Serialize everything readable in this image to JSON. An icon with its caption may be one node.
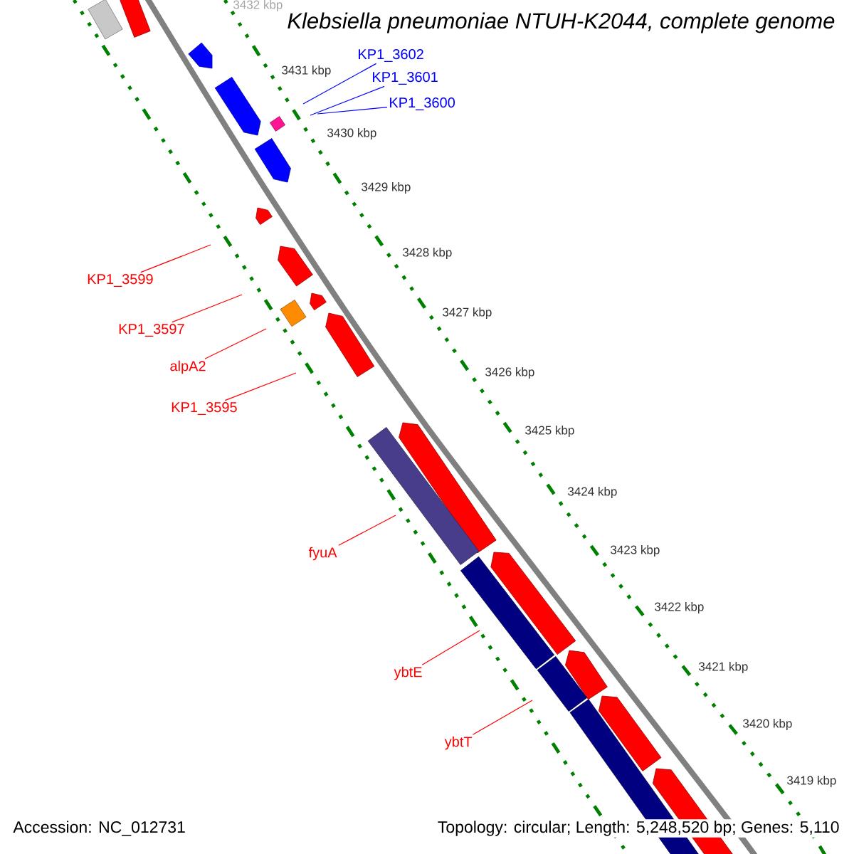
{
  "diagram": {
    "title": "Klebsiella pneumoniae NTUH-K2044, complete genome",
    "nodes": [
      {
        "text": [
          "KP1_3602"
        ]
      },
      {
        "text": [
          "KP1_3601"
        ]
      },
      {
        "text": [
          "KP1_3600"
        ]
      },
      {
        "text": [
          "KP1_3599"
        ]
      },
      {
        "text": [
          "KP1_3597"
        ]
      },
      {
        "text": [
          "alpA2"
        ]
      },
      {
        "text": [
          "KP1_3595"
        ]
      },
      {
        "text": [
          "fyuA"
        ]
      },
      {
        "text": [
          "ybtE"
        ]
      },
      {
        "text": [
          "ybtT"
        ]
      }
    ],
    "edges": [
      {
        "from": 0,
        "to": null,
        "arrow": "none",
        "color": "#0000ff"
      },
      {
        "from": 1,
        "to": null,
        "arrow": "none",
        "color": "#0000ff"
      },
      {
        "from": 2,
        "to": null,
        "arrow": "none",
        "color": "#0000ff"
      },
      {
        "from": 3,
        "to": null,
        "arrow": "none"
      },
      {
        "from": 4,
        "to": null,
        "arrow": "none"
      },
      {
        "from": 5,
        "to": null,
        "arrow": "none"
      },
      {
        "from": 6,
        "to": null,
        "arrow": "none"
      },
      {
        "from": 7,
        "to": null,
        "arrow": "none"
      },
      {
        "from": 8,
        "to": null,
        "arrow": "none"
      },
      {
        "from": 9,
        "to": null,
        "arrow": "none"
      }
    ],
    "labels": [
      "3432 kbp",
      "3431 kbp",
      "3430 kbp",
      "3429 kbp",
      "3428 kbp",
      "3427 kbp",
      "3426 kbp",
      "3425 kbp",
      "3424 kbp",
      "3423 kbp",
      "3422 kbp",
      "3421 kbp",
      "3420 kbp",
      "3419 kbp",
      "Accession: NC_012731",
      "Topology: circular; Length: 5,248,520 bp; Genes: 5,110"
    ]
  }
}
